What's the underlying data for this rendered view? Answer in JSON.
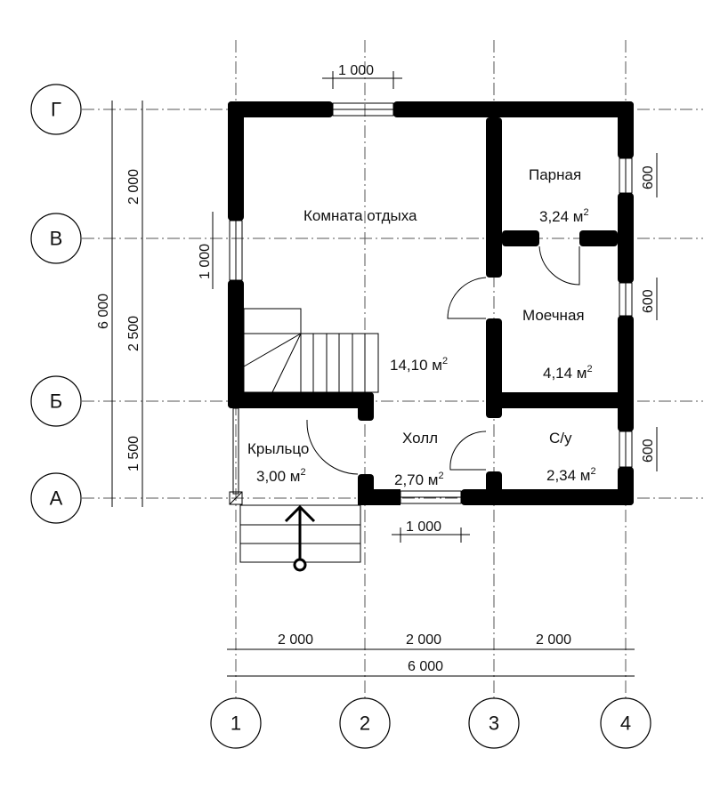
{
  "axes": {
    "rows": [
      "Г",
      "В",
      "Б",
      "А"
    ],
    "cols": [
      "1",
      "2",
      "3",
      "4"
    ]
  },
  "rooms": [
    {
      "name": "Комната отдыха",
      "area": "14,10 м"
    },
    {
      "name": "Парная",
      "area": "3,24 м"
    },
    {
      "name": "Моечная",
      "area": "4,14 м"
    },
    {
      "name": "Холл",
      "area": "2,70 м"
    },
    {
      "name": "С/у",
      "area": "2,34 м"
    },
    {
      "name": "Крыльцо",
      "area": "3,00 м"
    }
  ],
  "sup": "2",
  "dims": {
    "top_window": "1 000",
    "left_window": "1 000",
    "bottom_window": "1 000",
    "right_windows": [
      "600",
      "600",
      "600"
    ],
    "left_vertical": [
      "2 000",
      "2 500",
      "1 500"
    ],
    "left_total": "6 000",
    "bottom": [
      "2 000",
      "2 000",
      "2 000"
    ],
    "bottom_total": "6 000"
  }
}
